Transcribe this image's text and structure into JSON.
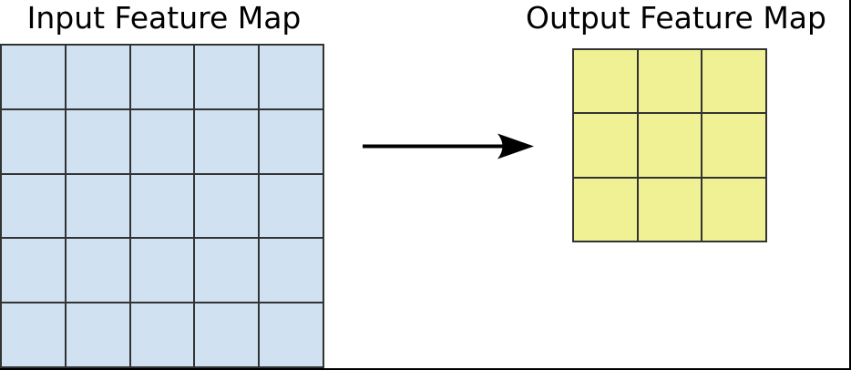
{
  "diagram": {
    "input_map": {
      "title": "Input Feature Map",
      "rows": 5,
      "cols": 5,
      "cell_fill": "#d0e1f1",
      "line_color": "#333333"
    },
    "output_map": {
      "title": "Output Feature Map",
      "rows": 3,
      "cols": 3,
      "cell_fill": "#f0f195",
      "line_color": "#333333"
    },
    "arrow": {
      "direction": "right",
      "color": "#000000"
    }
  }
}
